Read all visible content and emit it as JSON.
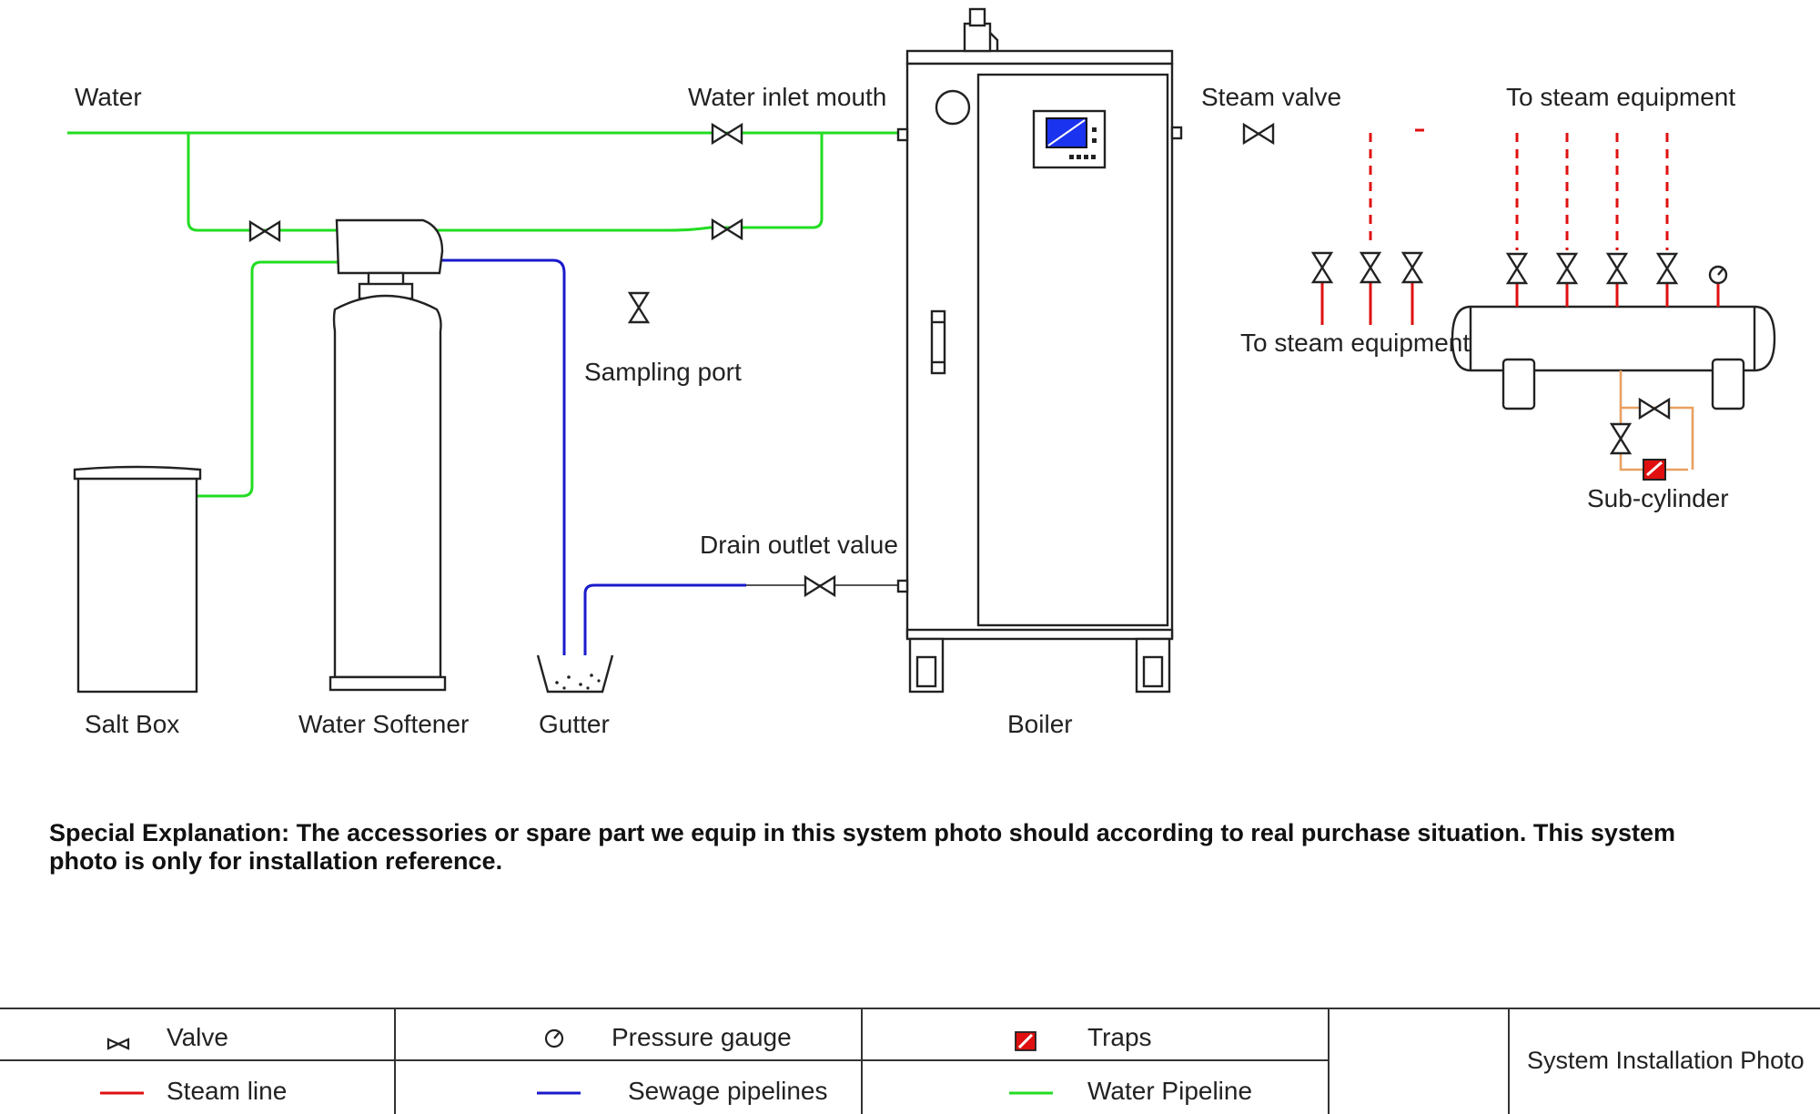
{
  "labels": {
    "water": "Water",
    "water_inlet_mouth": "Water inlet mouth",
    "steam_valve": "Steam valve",
    "to_steam_equipment_top": "To steam equipment",
    "to_steam_equipment_mid": "To steam equipment",
    "sampling_port": "Sampling port",
    "drain_outlet": "Drain outlet value",
    "sub_cylinder": "Sub-cylinder",
    "salt_box": "Salt Box",
    "water_softener": "Water Softener",
    "gutter": "Gutter",
    "boiler": "Boiler"
  },
  "note": "Special Explanation: The accessories or spare part we equip in this system photo should according to real purchase situation. This system photo is only for installation reference.",
  "legend": {
    "valve": "Valve",
    "pressure_gauge": "Pressure gauge",
    "traps": "Traps",
    "steam_line": "Steam line",
    "sewage_pipelines": "Sewage pipelines",
    "water_pipeline": "Water Pipeline",
    "title": "System Installation Photo"
  },
  "colors": {
    "water_pipeline": "#22dd22",
    "sewage_pipeline": "#1a1acc",
    "steam_line": "#e01010",
    "drain_to_trap": "#e8a060",
    "screen": "#1a33ee"
  }
}
